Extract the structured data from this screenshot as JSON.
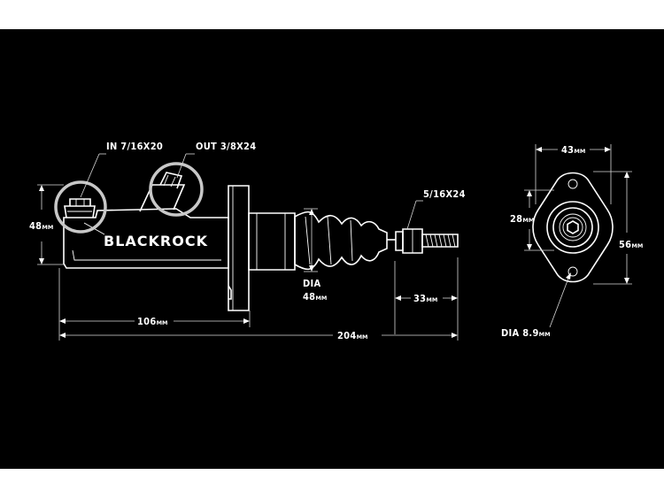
{
  "labels": {
    "inlet": "IN 7/16X20",
    "outlet": "OUT 3/8X24",
    "rod_thread": "5/16X24",
    "brand": "BLACKROCK",
    "dia": "DIA",
    "dia_hole": "DIA 8.9"
  },
  "dims": {
    "body_height": "48",
    "boot_dia": "48",
    "rod_length": "33",
    "mount_depth": "106",
    "overall_length": "204",
    "flange_width": "43",
    "hole_spacing": "28",
    "flange_height": "56"
  },
  "unit": "MM",
  "colors": {
    "background": "#000000",
    "line": "#ffffff",
    "page": "#ffffff"
  }
}
